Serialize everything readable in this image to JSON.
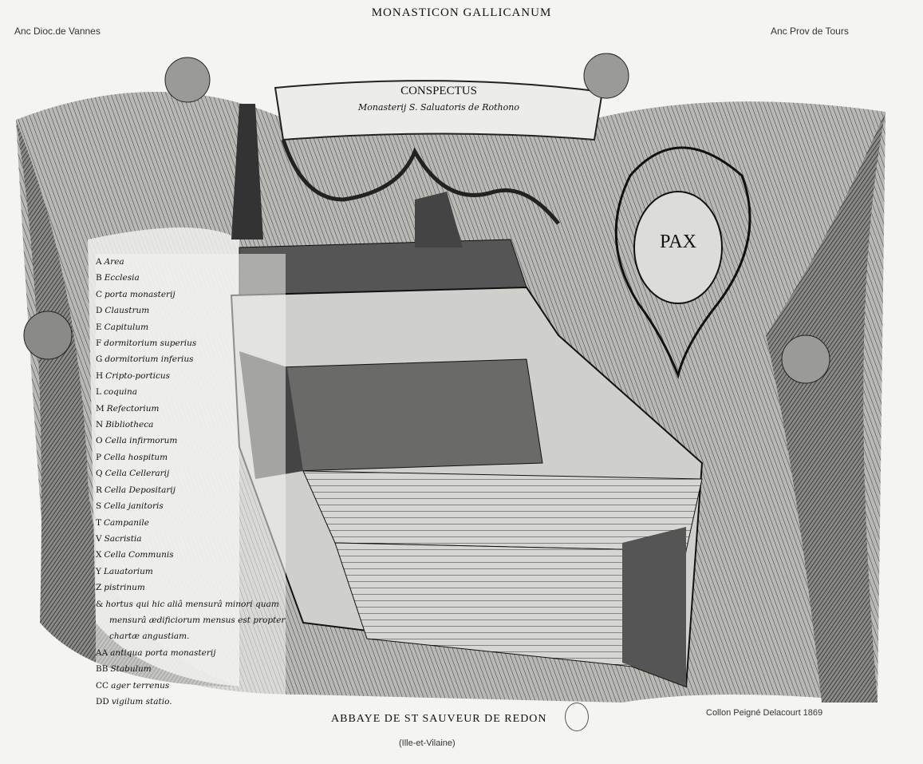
{
  "header": {
    "title": "MONASTICON GALLICANUM",
    "left": "Anc Dioc.de Vannes",
    "right": "Anc Prov de Tours"
  },
  "banner": {
    "title": "CONSPECTUS",
    "subtitle": "Monasterij S. Saluatoris de Rothono"
  },
  "shield": {
    "motto": "PAX"
  },
  "legend": [
    {
      "key": "A",
      "label": "Area"
    },
    {
      "key": "B",
      "label": "Ecclesia"
    },
    {
      "key": "C",
      "label": "porta monasterij"
    },
    {
      "key": "D",
      "label": "Claustrum"
    },
    {
      "key": "E",
      "label": "Capitulum"
    },
    {
      "key": "F",
      "label": "dormitorium superius"
    },
    {
      "key": "G",
      "label": "dormitorium inferius"
    },
    {
      "key": "H",
      "label": "Cripto-porticus"
    },
    {
      "key": "L",
      "label": "coquina"
    },
    {
      "key": "M",
      "label": "Refectorium"
    },
    {
      "key": "N",
      "label": "Bibliotheca"
    },
    {
      "key": "O",
      "label": "Cella infirmorum"
    },
    {
      "key": "P",
      "label": "Cella hospitum"
    },
    {
      "key": "Q",
      "label": "Cella Cellerarij"
    },
    {
      "key": "R",
      "label": "Cella Depositarij"
    },
    {
      "key": "S",
      "label": "Cella janitoris"
    },
    {
      "key": "T",
      "label": "Campanile"
    },
    {
      "key": "V",
      "label": "Sacristia"
    },
    {
      "key": "X",
      "label": "Cella Communis"
    },
    {
      "key": "Y",
      "label": "Lauatorium"
    },
    {
      "key": "Z",
      "label": "pistrinum"
    },
    {
      "key": "&",
      "label": "hortus qui hic aliâ mensurâ minori quam"
    },
    {
      "key": "",
      "label": "mensurâ ædificiorum mensus est propter"
    },
    {
      "key": "",
      "label": "chartæ angustiam."
    },
    {
      "key": "AA",
      "label": "antiqua porta monasterij"
    },
    {
      "key": "BB",
      "label": "Stabulum"
    },
    {
      "key": "CC",
      "label": "ager terrenus"
    },
    {
      "key": "DD",
      "label": "vigilum statio."
    }
  ],
  "caption": {
    "title": "ABBAYE DE ST SAUVEUR DE REDON",
    "region": "(Ille-et-Vilaine)",
    "credit": "Collon Peigné Delacourt 1869"
  }
}
